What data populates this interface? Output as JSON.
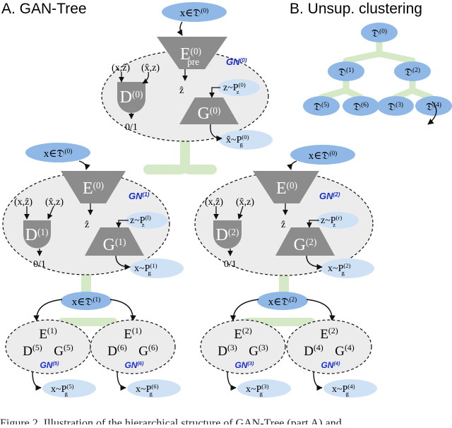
{
  "colors": {
    "trunk": "#d5e9c7",
    "node_fill": "#8fb8e6",
    "node_light": "#cfe1f5",
    "module_gray": "#8c8c8c",
    "gn_blue": "#1a2fd0",
    "cluster_fill": "#ececec"
  },
  "panel_a": {
    "title": "A. GAN-Tree"
  },
  "panel_b": {
    "title": "B. Unsup. clustering",
    "nodes": [
      {
        "base": "𝔇",
        "sup": "(0)"
      },
      {
        "base": "𝔇",
        "sup": "(1)"
      },
      {
        "base": "𝔇",
        "sup": "(2)"
      },
      {
        "base": "𝔇",
        "sup": "(5)"
      },
      {
        "base": "𝔇",
        "sup": "(6)"
      },
      {
        "base": "𝔇",
        "sup": "(3)"
      },
      {
        "base": "𝔇",
        "sup": "(4)"
      }
    ]
  },
  "root": {
    "input": {
      "base": "x∈𝔇",
      "sup": "(0)"
    },
    "encoder": {
      "base": "E",
      "sup": "(0)",
      "sub": "pre"
    },
    "discriminator": {
      "base": "D",
      "sup": "(0)"
    },
    "generator": {
      "base": "G",
      "sup": "(0)"
    },
    "gn": {
      "base": "GN",
      "sup": "(0)"
    },
    "pair_left": "(x,ẑ)",
    "pair_right": "(x̂,z)",
    "zhat": "ẑ",
    "prior": {
      "base": "z~P",
      "sub": "z",
      "sup": "(0)"
    },
    "output_label": "0/1",
    "sample": {
      "base": "x̂~P",
      "sub": "g",
      "sup": "(0)"
    }
  },
  "gn1": {
    "input": {
      "base": "x∈𝔇",
      "sup": "(0)"
    },
    "encoder": {
      "base": "E",
      "sup": "(0)"
    },
    "discriminator": {
      "base": "D",
      "sup": "(1)"
    },
    "generator": {
      "base": "G",
      "sup": "(1)"
    },
    "gn": {
      "base": "GN",
      "sup": "(1)"
    },
    "pair_left": "(x,ẑ)",
    "pair_right": "(x̂,z)",
    "zhat": "ẑ",
    "prior": {
      "base": "z~P",
      "sub": "z",
      "sup": "(l)"
    },
    "output_label": "0/1",
    "sample": {
      "base": "x~P",
      "sub": "g",
      "sup": "(1)"
    }
  },
  "gn2": {
    "input": {
      "base": "x∈𝔇",
      "sup": "(0)"
    },
    "encoder": {
      "base": "E",
      "sup": "(0)"
    },
    "discriminator": {
      "base": "D",
      "sup": "(2)"
    },
    "generator": {
      "base": "G",
      "sup": "(2)"
    },
    "gn": {
      "base": "GN",
      "sup": "(2)"
    },
    "pair_left": "(x,ẑ)",
    "pair_right": "(x̂,z)",
    "zhat": "ẑ",
    "prior": {
      "base": "z~P",
      "sub": "z",
      "sup": "(r)"
    },
    "output_label": "0/1",
    "sample": {
      "base": "x~P",
      "sub": "g",
      "sup": "(2)"
    }
  },
  "split_left": {
    "base": "x∈𝔇",
    "sup": "(1)"
  },
  "split_right": {
    "base": "x∈𝔇",
    "sup": "(2)"
  },
  "leaves": [
    {
      "e": {
        "base": "E",
        "sup": "(1)"
      },
      "d": {
        "base": "D",
        "sup": "(5)"
      },
      "g": {
        "base": "G",
        "sup": "(5)"
      },
      "gn": {
        "base": "GN",
        "sup": "(5)"
      },
      "sample": {
        "base": "x~P",
        "sub": "g",
        "sup": "(5)"
      }
    },
    {
      "e": {
        "base": "E",
        "sup": "(1)"
      },
      "d": {
        "base": "D",
        "sup": "(6)"
      },
      "g": {
        "base": "G",
        "sup": "(6)"
      },
      "gn": {
        "base": "GN",
        "sup": "(6)"
      },
      "sample": {
        "base": "x~P",
        "sub": "g",
        "sup": "(6)"
      }
    },
    {
      "e": {
        "base": "E",
        "sup": "(2)"
      },
      "d": {
        "base": "D",
        "sup": "(3)"
      },
      "g": {
        "base": "G",
        "sup": "(3)"
      },
      "gn": {
        "base": "GN",
        "sup": "(3)"
      },
      "sample": {
        "base": "x~P",
        "sub": "g",
        "sup": "(3)"
      }
    },
    {
      "e": {
        "base": "E",
        "sup": "(2)"
      },
      "d": {
        "base": "D",
        "sup": "(4)"
      },
      "g": {
        "base": "G",
        "sup": "(4)"
      },
      "gn": {
        "base": "GN",
        "sup": "(4)"
      },
      "sample": {
        "base": "x~P",
        "sub": "g",
        "sup": "(4)"
      }
    }
  ],
  "caption": "Figure 2. Illustration of the hierarchical structure of GAN-Tree (part A) and"
}
